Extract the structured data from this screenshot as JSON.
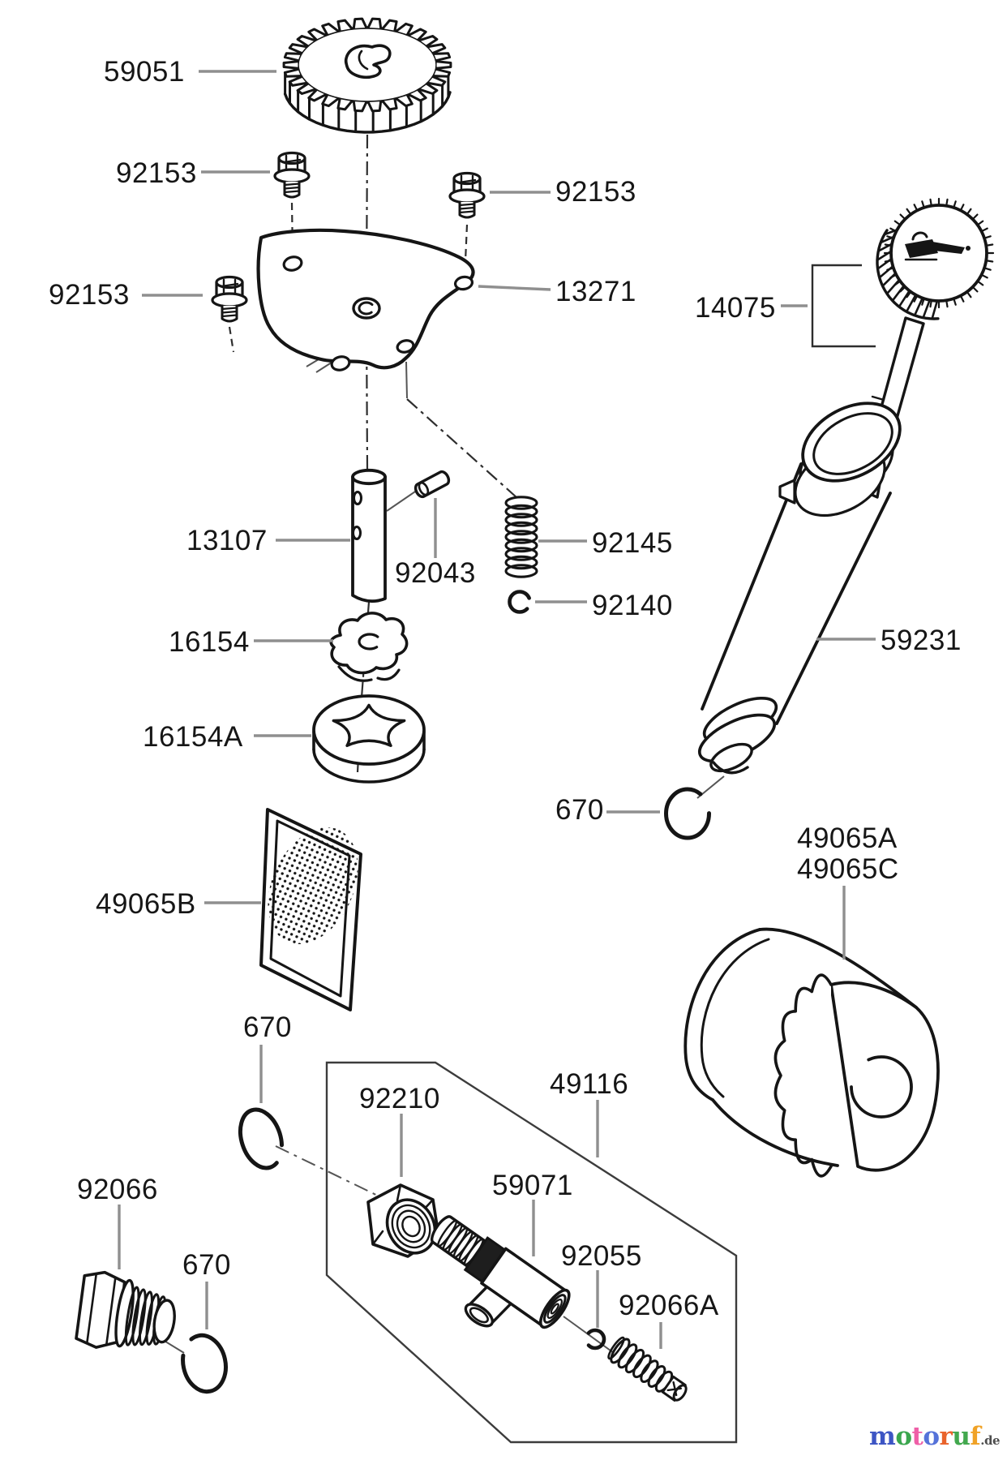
{
  "diagram": {
    "background": "#ffffff",
    "ink": "#151515",
    "leader_color": "#8f8f8f",
    "callouts": {
      "gear": "59051",
      "bolt_top": "92153",
      "bolt_right": "92153",
      "bolt_left": "92153",
      "plate": "13271",
      "dipstick": "14075",
      "pump_shaft": "13107",
      "pin": "92043",
      "spring": "92145",
      "ring": "92140",
      "rotor_inner": "16154",
      "rotor_outer": "16154A",
      "oil_fill_tube": "59231",
      "oring_tube": "670",
      "oil_filter": "49065A",
      "oil_filter_alt": "49065C",
      "oil_screen": "49065B",
      "oring_union": "670",
      "valve_assembly": "49116",
      "nut": "92210",
      "drain_plug": "92066",
      "fitting": "59071",
      "oring_plug": "670",
      "washer": "92055",
      "relief_valve": "92066A"
    }
  },
  "watermark": {
    "brand_letters": [
      {
        "ch": "m",
        "color": "#3d55c4"
      },
      {
        "ch": "o",
        "color": "#3aa64e"
      },
      {
        "ch": "t",
        "color": "#ef5fa7"
      },
      {
        "ch": "o",
        "color": "#5572d9"
      },
      {
        "ch": "r",
        "color": "#e9632b"
      },
      {
        "ch": "u",
        "color": "#42a84e"
      },
      {
        "ch": "f",
        "color": "#f0a226"
      }
    ],
    "suffix": ".de",
    "suffix_color": "#4d4d4d"
  }
}
